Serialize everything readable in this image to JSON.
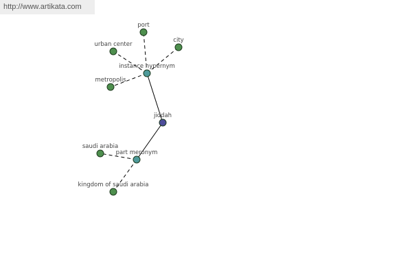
{
  "watermark": {
    "text": "http://www.artikata.com"
  },
  "colors": {
    "leaf": "#4e8f4e",
    "relation": "#4e9a9a",
    "center": "#4d4d9a",
    "edge": "#000000"
  },
  "nodes": [
    {
      "id": "jiddah",
      "label": "jiddah",
      "kind": "center"
    },
    {
      "id": "instance-hypernym",
      "label": "instance hypernym",
      "kind": "relation"
    },
    {
      "id": "part-meronym",
      "label": "part meronym",
      "kind": "relation"
    },
    {
      "id": "port",
      "label": "port",
      "kind": "leaf"
    },
    {
      "id": "urban-center",
      "label": "urban center",
      "kind": "leaf"
    },
    {
      "id": "city",
      "label": "city",
      "kind": "leaf"
    },
    {
      "id": "metropolis",
      "label": "metropolis",
      "kind": "leaf"
    },
    {
      "id": "saudi-arabia",
      "label": "saudi arabia",
      "kind": "leaf"
    },
    {
      "id": "kingdom-of-saudi-arabia",
      "label": "kingdom of saudi arabia",
      "kind": "leaf"
    }
  ],
  "edges": [
    {
      "from": "jiddah",
      "to": "instance-hypernym",
      "style": "solid"
    },
    {
      "from": "jiddah",
      "to": "part-meronym",
      "style": "solid"
    },
    {
      "from": "instance-hypernym",
      "to": "port",
      "style": "dashed"
    },
    {
      "from": "instance-hypernym",
      "to": "urban-center",
      "style": "dashed"
    },
    {
      "from": "instance-hypernym",
      "to": "city",
      "style": "dashed"
    },
    {
      "from": "instance-hypernym",
      "to": "metropolis",
      "style": "dashed"
    },
    {
      "from": "part-meronym",
      "to": "saudi-arabia",
      "style": "dashed"
    },
    {
      "from": "part-meronym",
      "to": "kingdom-of-saudi-arabia",
      "style": "dashed"
    }
  ]
}
